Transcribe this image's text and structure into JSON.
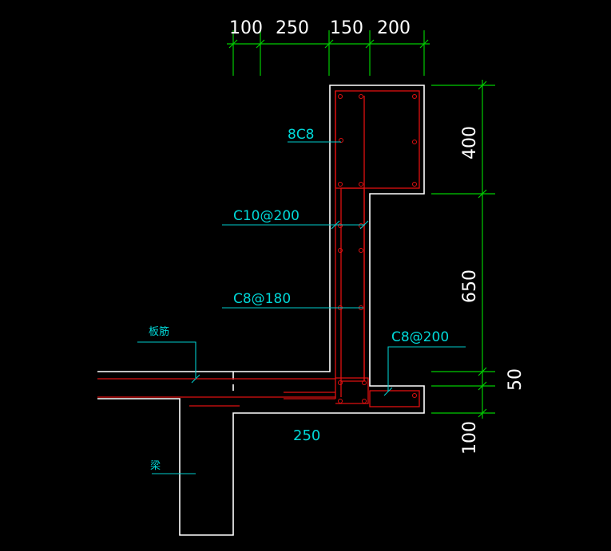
{
  "colors": {
    "background": "#000000",
    "outline": "#ffffff",
    "rebar": "#e01010",
    "dimension": "#00cc00",
    "leader": "#00cccc",
    "text_dim": "#ffffff",
    "text_label": "#00d8d8"
  },
  "dimensions": {
    "top": [
      "100",
      "250",
      "150",
      "200"
    ],
    "right": [
      "400",
      "650",
      "50",
      "100"
    ],
    "bottom": "250"
  },
  "labels": {
    "main_bars": "8C8",
    "stirrup_upper": "C10@200",
    "stirrup_lower": "C8@180",
    "slab_bar": "板筋",
    "beam": "梁",
    "bottom_bar": "C8@200"
  }
}
